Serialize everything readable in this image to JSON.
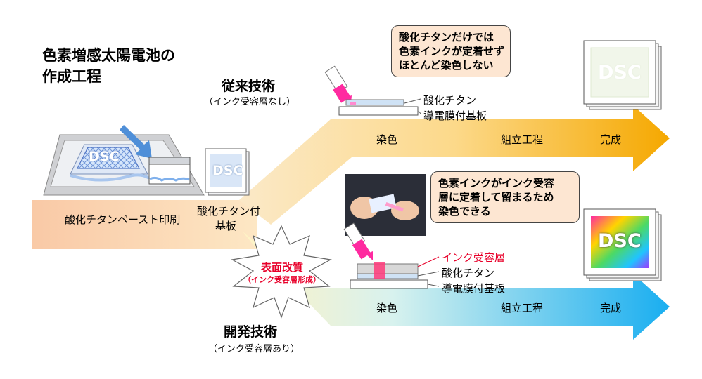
{
  "title": {
    "line1": "色素増感太陽電池の",
    "line2": "作成工程"
  },
  "conventional": {
    "name": "従来技術",
    "note": "（インク受容層なし）",
    "callout": [
      "酸化チタンだけでは",
      "色素インクが定着せず",
      "ほとんど染色しない"
    ],
    "layer_titania": "酸化チタン",
    "layer_substrate": "導電膜付基板",
    "steps": [
      "染色",
      "組立工程",
      "完成"
    ]
  },
  "developed": {
    "name": "開発技術",
    "note": "（インク受容層あり）",
    "callout": [
      "色素インクがインク受容",
      "層に定着して留まるため",
      "染色できる"
    ],
    "layer_receptor": "インク受容層",
    "layer_titania": "酸化チタン",
    "layer_substrate": "導電膜付基板",
    "steps": [
      "染色",
      "組立工程",
      "完成"
    ]
  },
  "common": {
    "print_step": "酸化チタンペースト印刷",
    "substrate_line1": "酸化チタン付",
    "substrate_line2": "基板",
    "logo_text": "DSC"
  },
  "surface_mod": {
    "label": "表面改質",
    "note": "（インク受容層形成）"
  },
  "colors": {
    "receptor_layer": "#e8002a",
    "ink": "#ff2aa0",
    "callout_fill": "#fde6d2",
    "top_arrow_end": "#f5a800",
    "bottom_arrow_end": "#19aef0"
  }
}
